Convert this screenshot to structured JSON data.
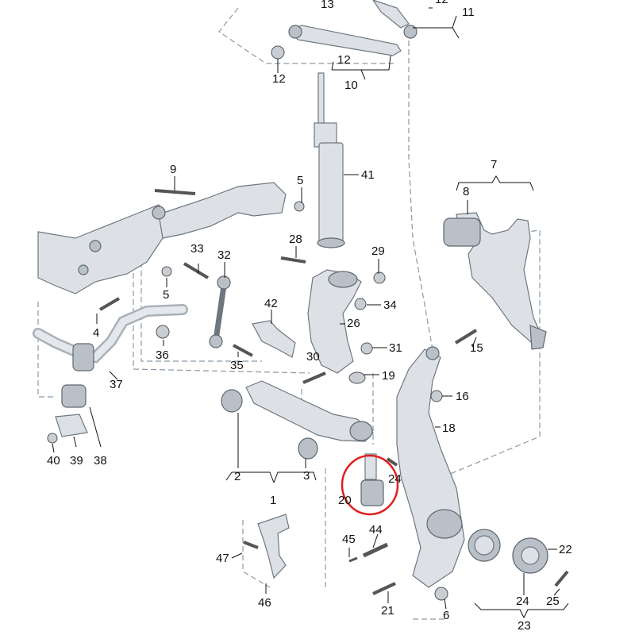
{
  "labels": {
    "l1": "1",
    "l2": "2",
    "l3": "3",
    "l4": "4",
    "l5a": "5",
    "l5b": "5",
    "l6": "6",
    "l7": "7",
    "l8": "8",
    "l9": "9",
    "l10": "10",
    "l11": "11",
    "l12a": "12",
    "l12b": "12",
    "l12c": "12",
    "l13": "13",
    "l15": "15",
    "l16": "16",
    "l18": "18",
    "l19": "19",
    "l20": "20",
    "l21": "21",
    "l22": "22",
    "l23": "23",
    "l24a": "24",
    "l24b": "24",
    "l25": "25",
    "l26": "26",
    "l28": "28",
    "l29": "29",
    "l30": "30",
    "l31": "31",
    "l32": "32",
    "l33": "33",
    "l34": "34",
    "l35": "35",
    "l36": "36",
    "l37": "37",
    "l38": "38",
    "l39": "39",
    "l40": "40",
    "l41": "41",
    "l42": "42",
    "l44": "44",
    "l45": "45",
    "l46": "46",
    "l47": "47"
  },
  "highlight": {
    "part": "20",
    "color": "#e02020"
  }
}
